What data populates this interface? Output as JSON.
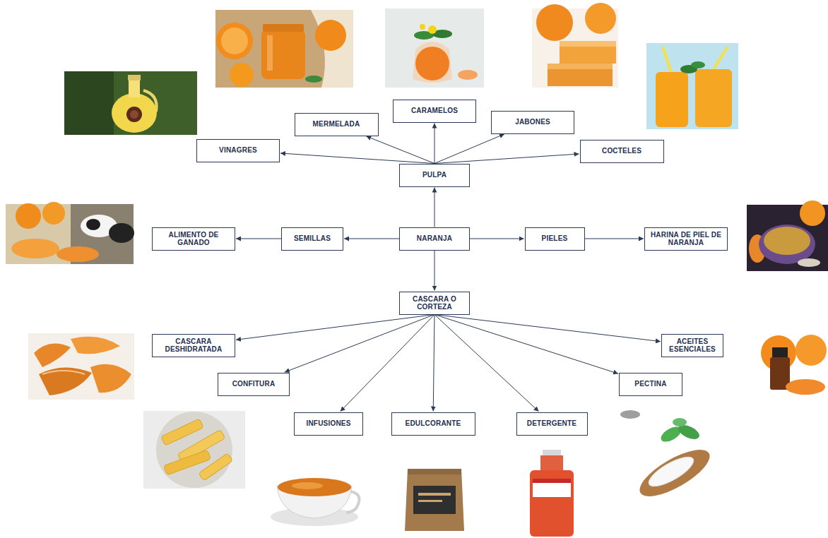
{
  "diagram": {
    "nodes": [
      {
        "text": [
          "MERMELADA"
        ]
      },
      {
        "text": [
          "CARAMELOS"
        ]
      },
      {
        "text": [
          "JABONES"
        ]
      },
      {
        "text": [
          "VINAGRES"
        ]
      },
      {
        "text": [
          "COCTELES"
        ]
      },
      {
        "text": [
          "PULPA"
        ]
      },
      {
        "text": [
          "ALIMENTO DE GANADO"
        ]
      },
      {
        "text": [
          "SEMILLAS"
        ]
      },
      {
        "text": [
          "NARANJA"
        ]
      },
      {
        "text": [
          "PIELES"
        ]
      },
      {
        "text": [
          "HARINA DE PIEL DE NARANJA"
        ]
      },
      {
        "text": [
          "CASCARA O CORTEZA"
        ]
      },
      {
        "text": [
          "CASCARA DESHIDRATADA"
        ]
      },
      {
        "text": [
          "ACEITES ESENCIALES"
        ]
      },
      {
        "text": [
          "CONFITURA"
        ]
      },
      {
        "text": [
          "PECTINA"
        ]
      },
      {
        "text": [
          "INFUSIONES"
        ]
      },
      {
        "text": [
          "EDULCORANTE"
        ]
      },
      {
        "text": [
          "DETERGENTE"
        ]
      }
    ],
    "edges": [
      {
        "from": 8,
        "to": 5,
        "arrow": "to"
      },
      {
        "from": 8,
        "to": 7,
        "arrow": "to"
      },
      {
        "from": 8,
        "to": 9,
        "arrow": "to"
      },
      {
        "from": 8,
        "to": 11,
        "arrow": "to"
      },
      {
        "from": 5,
        "to": 3,
        "arrow": "to"
      },
      {
        "from": 5,
        "to": 0,
        "arrow": "to"
      },
      {
        "from": 5,
        "to": 1,
        "arrow": "to"
      },
      {
        "from": 5,
        "to": 2,
        "arrow": "to"
      },
      {
        "from": 5,
        "to": 4,
        "arrow": "to"
      },
      {
        "from": 7,
        "to": 6,
        "arrow": "to"
      },
      {
        "from": 9,
        "to": 10,
        "arrow": "to"
      },
      {
        "from": 11,
        "to": 12,
        "arrow": "to"
      },
      {
        "from": 11,
        "to": 14,
        "arrow": "to"
      },
      {
        "from": 11,
        "to": 16,
        "arrow": "to"
      },
      {
        "from": 11,
        "to": 17,
        "arrow": "to"
      },
      {
        "from": 11,
        "to": 18,
        "arrow": "to"
      },
      {
        "from": 11,
        "to": 15,
        "arrow": "to"
      },
      {
        "from": 11,
        "to": 13,
        "arrow": "to"
      }
    ]
  }
}
